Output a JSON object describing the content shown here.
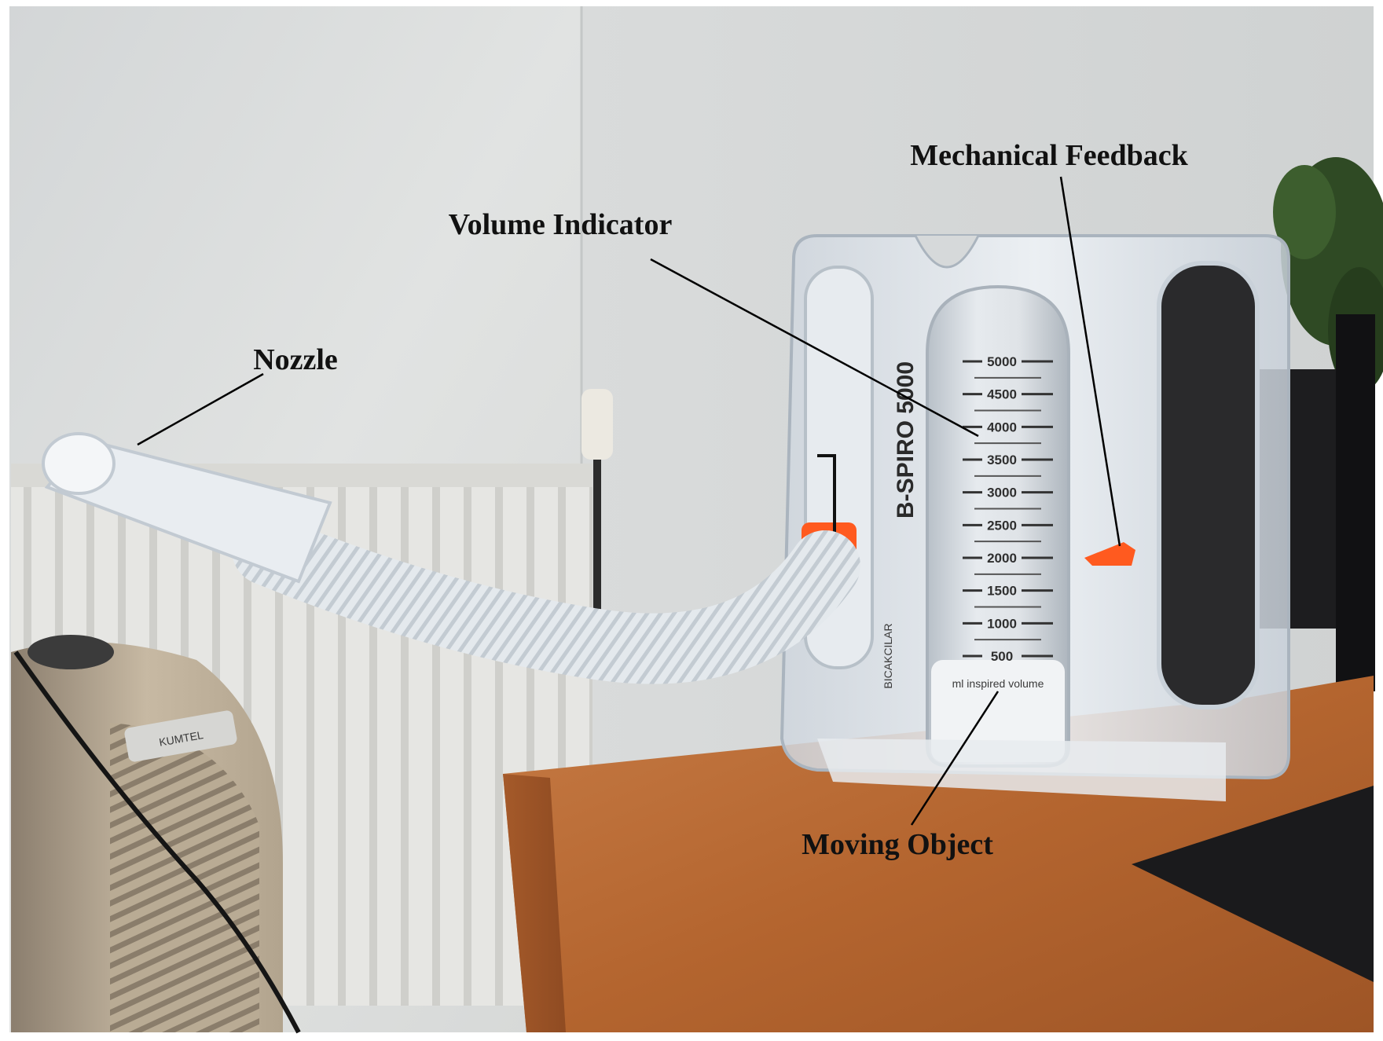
{
  "figure": {
    "labels": {
      "nozzle": "Nozzle",
      "volume_indicator": "Volume Indicator",
      "mechanical_feedback": "Mechanical Feedback",
      "moving_object": "Moving Object"
    },
    "device": {
      "brand": "B-SPIRO 5000",
      "scale_caption": "ml inspired volume",
      "maker_mark": "BICAKCILAR",
      "scale_ticks": [
        "5000",
        "4500",
        "4000",
        "3500",
        "3000",
        "2500",
        "2000",
        "1500",
        "1000",
        "500"
      ]
    },
    "heater_badge": "KUMTEL"
  },
  "colors": {
    "wall": "#dcdedd",
    "desk": "#b76a3a",
    "accent_orange": "#ff5a1f",
    "plastic": "#e8edf2"
  }
}
